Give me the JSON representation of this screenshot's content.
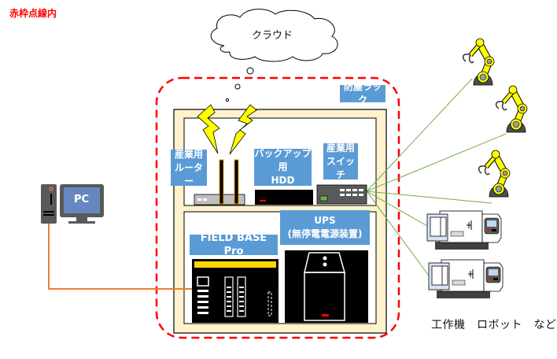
{
  "note": {
    "label": "赤枠点線内",
    "color": "#ff0000"
  },
  "cloud": {
    "label": "クラウド"
  },
  "rack": {
    "label": "防塵ラック",
    "frame_color": "#fff2cc"
  },
  "devices": {
    "router": {
      "label_line1": "産業用",
      "label_line2": "ルーター"
    },
    "hdd": {
      "label_line1": "バックアップ用",
      "label_line2": "HDD"
    },
    "switch": {
      "label_line1": "産業用",
      "label_line2": "スイッチ"
    },
    "ups": {
      "label_line1": "UPS",
      "label_line2": "(無停電電源装置)"
    },
    "field_base": {
      "label": "FIELD BASE Pro"
    }
  },
  "pc": {
    "label": "PC"
  },
  "machines": {
    "caption": "工作機　ロボット　など",
    "robot_count": 3,
    "machine_tool_count": 2
  },
  "colors": {
    "label_bg": "#5b9bd5",
    "boundary": "#ff0000",
    "network_line": "#70ad47",
    "pc_line": "#ed7d31",
    "robot": "#ffff00"
  }
}
